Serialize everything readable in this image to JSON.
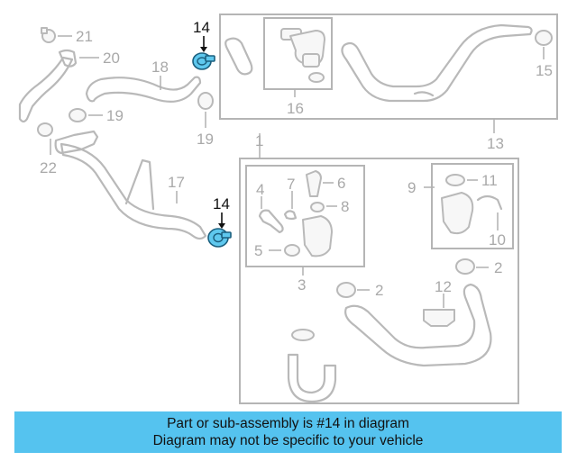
{
  "diagram": {
    "callouts": {
      "c1": "1",
      "c2a": "2",
      "c2b": "2",
      "c3": "3",
      "c4": "4",
      "c5": "5",
      "c6": "6",
      "c7": "7",
      "c8": "8",
      "c9": "9",
      "c10": "10",
      "c11": "11",
      "c12": "12",
      "c13": "13",
      "c14a": "14",
      "c14b": "14",
      "c15": "15",
      "c16": "16",
      "c17": "17",
      "c18": "18",
      "c19a": "19",
      "c19b": "19",
      "c20": "20",
      "c21": "21",
      "c22": "22"
    },
    "highlighted_part": "14",
    "colors": {
      "highlight": "#5fc8ee",
      "caption_bg": "#55c3ef",
      "line": "#b5b5b5"
    }
  },
  "caption": {
    "line1": "Part or sub-assembly is #14 in diagram",
    "line2": "Diagram may not be specific to your vehicle"
  }
}
